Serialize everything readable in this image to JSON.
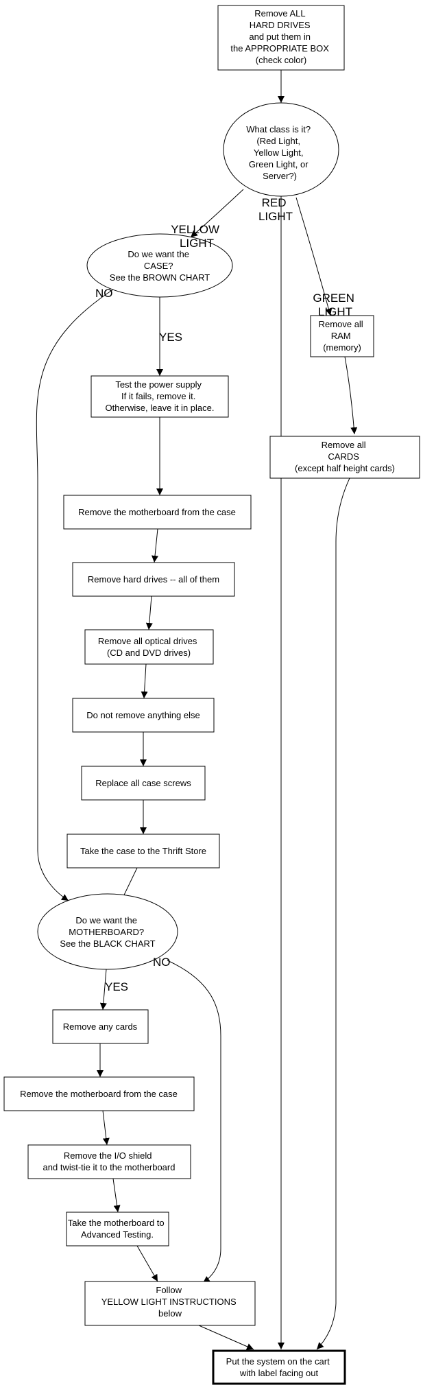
{
  "nodes": {
    "remove_hard_drives": [
      "Remove ALL",
      "HARD DRIVES",
      "and put them in",
      "the APPROPRIATE BOX",
      "(check color)"
    ],
    "what_class": [
      "What class is it?",
      "(Red Light,",
      "Yellow Light,",
      "Green Light, or",
      "Server?)"
    ],
    "want_case": [
      "Do we want the",
      "CASE?",
      "See the BROWN CHART"
    ],
    "remove_ram": [
      "Remove all",
      "RAM",
      "(memory)"
    ],
    "test_psu": [
      "Test the power supply",
      "If it fails, remove it.",
      "Otherwise, leave it in place."
    ],
    "remove_cards": [
      "Remove all",
      "CARDS",
      "(except half height cards)"
    ],
    "remove_mb_case_1": [
      "Remove the motherboard from the case"
    ],
    "remove_hd_all": [
      "Remove hard drives -- all of them"
    ],
    "remove_optical": [
      "Remove all optical drives",
      "(CD and DVD drives)"
    ],
    "do_not_remove": [
      "Do not remove anything else"
    ],
    "replace_screws": [
      "Replace all case screws"
    ],
    "thrift_store": [
      "Take the case to the Thrift Store"
    ],
    "want_mb": [
      "Do we want the",
      "MOTHERBOARD?",
      "See the BLACK CHART"
    ],
    "remove_any_cards": [
      "Remove any cards"
    ],
    "remove_mb_case_2": [
      "Remove the motherboard from the case"
    ],
    "remove_io": [
      "Remove the I/O shield",
      "and twist-tie it to the motherboard"
    ],
    "advanced_testing": [
      "Take the motherboard to",
      "Advanced Testing."
    ],
    "follow_yellow": [
      "Follow",
      "YELLOW LIGHT INSTRUCTIONS",
      "below"
    ],
    "put_on_cart": [
      "Put the system on the cart",
      "with label facing out"
    ]
  },
  "edge_labels": {
    "yellow_light": [
      "YELLOW",
      "LIGHT"
    ],
    "red_light": [
      "RED",
      "LIGHT"
    ],
    "green_light": [
      "GREEN",
      "LIGHT"
    ],
    "case_no": [
      "NO"
    ],
    "case_yes": [
      "YES"
    ],
    "mb_yes": [
      "YES"
    ],
    "mb_no": [
      "NO"
    ]
  }
}
